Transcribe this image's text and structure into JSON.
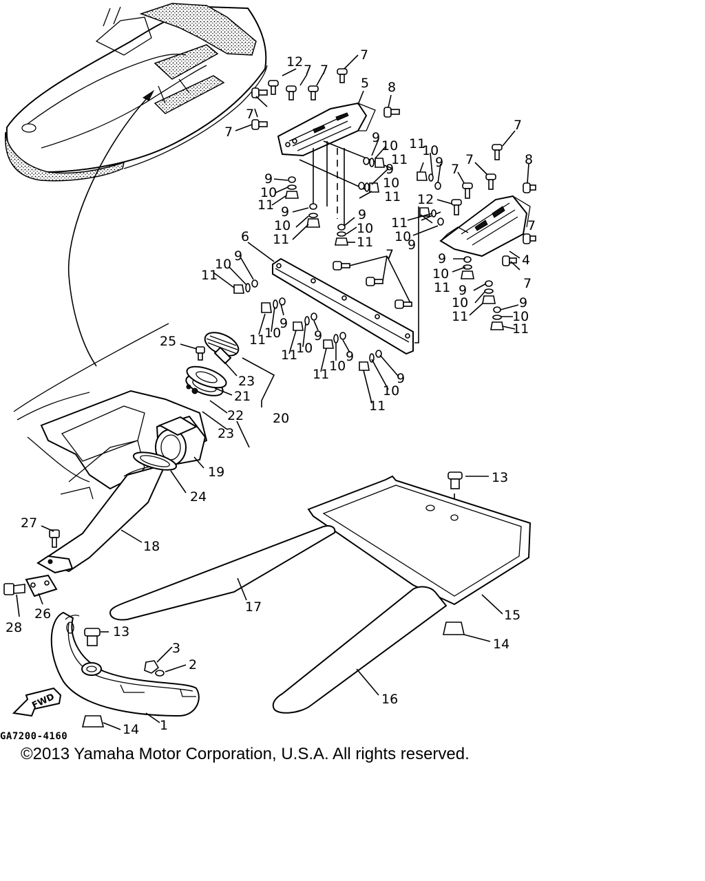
{
  "diagram": {
    "code": "GA7200-4160",
    "fwd_label": "FWD",
    "copyright": "©2013 Yamaha Motor Corporation, U.S.A. All rights reserved.",
    "callouts": {
      "c1": "1",
      "c2": "2",
      "c3": "3",
      "c4": "4",
      "c5": "5",
      "c6": "6",
      "c7": "7",
      "c8": "8",
      "c9": "9",
      "c10": "10",
      "c11": "11",
      "c12": "12",
      "c13": "13",
      "c14": "14",
      "c15": "15",
      "c16": "16",
      "c17": "17",
      "c18": "18",
      "c19": "19",
      "c20": "20",
      "c21": "21",
      "c22": "22",
      "c23": "23",
      "c24": "24",
      "c25": "25",
      "c26": "26",
      "c27": "27",
      "c28": "28"
    }
  }
}
